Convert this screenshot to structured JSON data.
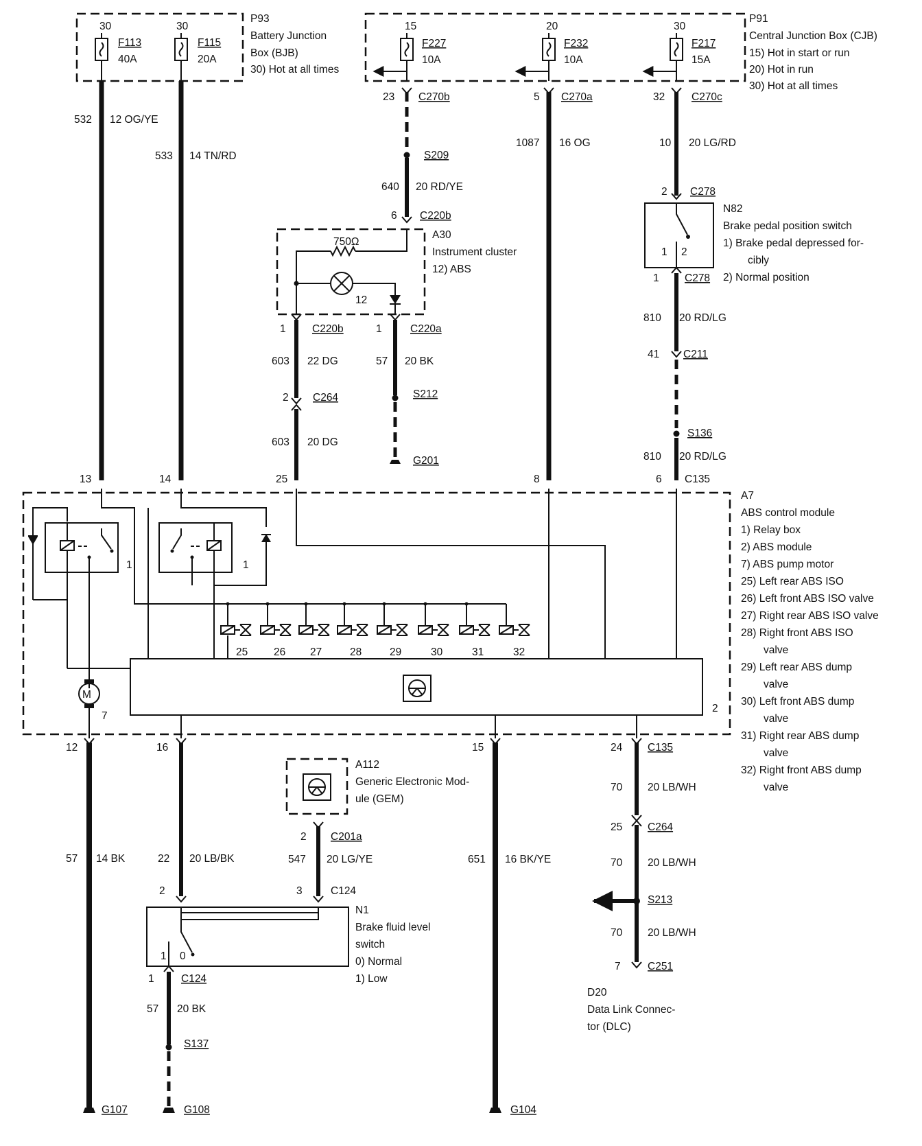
{
  "bjb": {
    "ref": "P93",
    "lines": [
      "Battery Junction",
      "Box (BJB)",
      "30)  Hot at all times"
    ],
    "fuse_a": {
      "pin": "30",
      "id": "F113",
      "rating": "40A"
    },
    "fuse_b": {
      "pin": "30",
      "id": "F115",
      "rating": "20A"
    }
  },
  "cjb": {
    "ref": "P91",
    "lines": [
      "Central Junction Box (CJB)",
      "15)  Hot in start or run",
      "20)  Hot in run",
      "30)  Hot at all times"
    ],
    "fuse_a": {
      "pin": "15",
      "id": "F227",
      "rating": "10A"
    },
    "fuse_b": {
      "pin": "20",
      "id": "F232",
      "rating": "10A"
    },
    "fuse_c": {
      "pin": "30",
      "id": "F217",
      "rating": "15A"
    }
  },
  "wires": {
    "w532": {
      "circuit": "532",
      "spec": "12 OG/YE"
    },
    "w533": {
      "circuit": "533",
      "spec": "14 TN/RD"
    },
    "w640": {
      "circuit": "640",
      "spec": "20 RD/YE"
    },
    "w1087": {
      "circuit": "1087",
      "spec": "16 OG"
    },
    "w10": {
      "circuit": "10",
      "spec": "20 LG/RD"
    },
    "w810a": {
      "circuit": "810",
      "spec": "20 RD/LG"
    },
    "w810b": {
      "circuit": "810",
      "spec": "20 RD/LG"
    },
    "w603a": {
      "circuit": "603",
      "spec": "22 DG"
    },
    "w603b": {
      "circuit": "603",
      "spec": "20 DG"
    },
    "w57c": {
      "circuit": "57",
      "spec": "20 BK"
    },
    "w57a": {
      "circuit": "57",
      "spec": "14 BK"
    },
    "w22": {
      "circuit": "22",
      "spec": "20 LB/BK"
    },
    "w547": {
      "circuit": "547",
      "spec": "20 LG/YE"
    },
    "w651": {
      "circuit": "651",
      "spec": "16 BK/YE"
    },
    "w70a": {
      "circuit": "70",
      "spec": "20 LB/WH"
    },
    "w70b": {
      "circuit": "70",
      "spec": "20 LB/WH"
    },
    "w70c": {
      "circuit": "70",
      "spec": "20 LB/WH"
    },
    "w57b": {
      "circuit": "57",
      "spec": "20 BK"
    }
  },
  "connectors": {
    "c270b": {
      "pin": "23",
      "name": "C270b"
    },
    "c270a": {
      "pin": "5",
      "name": "C270a"
    },
    "c270c": {
      "pin": "32",
      "name": "C270c"
    },
    "s209": "S209",
    "c220b_top": {
      "pin": "6",
      "name": "C220b"
    },
    "c278_top": {
      "pin": "2",
      "name": "C278"
    },
    "c278_bot": {
      "pin": "1",
      "name": "C278"
    },
    "c220b_bot": {
      "pin": "1",
      "name": "C220b"
    },
    "c220a": {
      "pin": "1",
      "name": "C220a"
    },
    "c211": {
      "pin": "41",
      "name": "C211"
    },
    "c264_dg": {
      "pin": "2",
      "name": "C264"
    },
    "s212": "S212",
    "g201": "G201",
    "s136": "S136",
    "c135_top": {
      "pin": "6",
      "name": "C135"
    },
    "c135_bot": {
      "pin": "24",
      "name": "C135"
    },
    "c264_lb": {
      "pin": "25",
      "name": "C264"
    },
    "s213": "S213",
    "c251": {
      "pin": "7",
      "name": "C251"
    },
    "c201a": {
      "pin": "2",
      "name": "C201a"
    },
    "c124_top": {
      "pin_a": "2",
      "pin_b": "3",
      "name": "C124"
    },
    "c124_bot": {
      "pin": "1",
      "name": "C124"
    },
    "s137": "S137",
    "g107": "G107",
    "g108": "G108",
    "g104": "G104"
  },
  "module_pins": {
    "p13": "13",
    "p14": "14",
    "p25": "25",
    "p8": "8",
    "p12": "12",
    "p16": "16",
    "p15": "15"
  },
  "cluster": {
    "ref": "A30",
    "lines": [
      "Instrument cluster",
      "12)  ABS"
    ],
    "resistor": "750Ω",
    "lamp_num": "12"
  },
  "brake_switch": {
    "ref": "N82",
    "lines": [
      "Brake pedal position switch",
      "1)   Brake pedal depressed for-",
      "cibly",
      "2)   Normal position"
    ],
    "pos1": "1",
    "pos2": "2"
  },
  "abs_module": {
    "ref": "A7",
    "lines": [
      "ABS control module",
      "1)     Relay box",
      "2)     ABS module",
      "7)     ABS pump motor",
      "25)   Left rear ABS ISO",
      "26)   Left front ABS ISO valve",
      "27)   Right rear ABS ISO valve",
      "28)   Right front ABS ISO",
      "valve",
      "29)   Left rear ABS dump",
      "valve",
      "30)   Left front ABS dump",
      "valve",
      "31)   Right rear ABS dump",
      "valve",
      "32)   Right front ABS dump",
      "valve"
    ],
    "relay_num_a": "1",
    "relay_num_b": "1",
    "valves": [
      "25",
      "26",
      "27",
      "28",
      "29",
      "30",
      "31",
      "32"
    ],
    "motor_symbol": "M",
    "motor_num": "7",
    "module_num": "2"
  },
  "gem": {
    "ref": "A112",
    "lines": [
      "Generic Electronic Mod-",
      "ule (GEM)"
    ]
  },
  "fluid_switch": {
    "ref": "N1",
    "lines": [
      "Brake fluid level",
      "switch",
      "0)     Normal",
      "1)     Low"
    ],
    "pos1": "1",
    "pos0": "0"
  },
  "dlc": {
    "ref": "D20",
    "lines": [
      "Data Link Connec-",
      "tor (DLC)"
    ]
  }
}
